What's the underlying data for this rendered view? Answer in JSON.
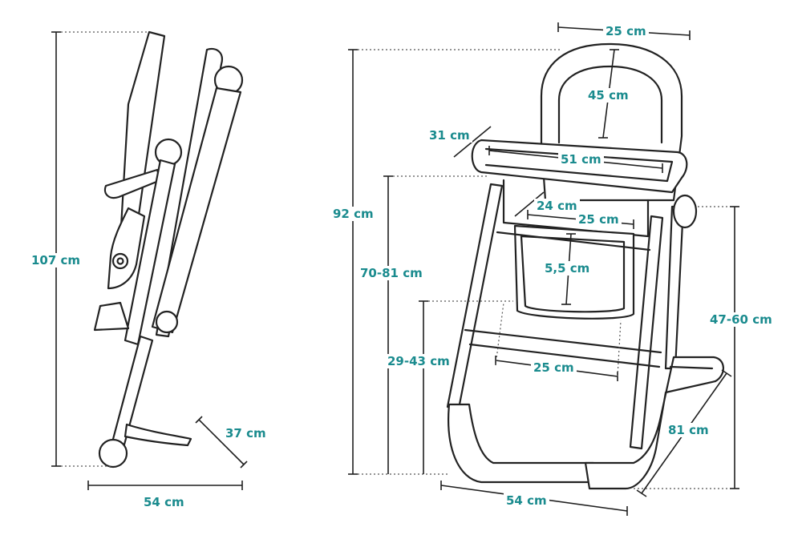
{
  "colors": {
    "label_teal": "#1a8b8e",
    "outline": "#222222"
  },
  "folded_view": {
    "height": "107 cm",
    "base_width": "54 cm",
    "foot_depth": "37 cm"
  },
  "open_view": {
    "backrest_width": "25 cm",
    "backrest_height": "45 cm",
    "tray_depth": "31 cm",
    "tray_width": "51 cm",
    "seat_depth": "24 cm",
    "seat_width": "25 cm",
    "footrest_depth": "5,5 cm",
    "total_height": "92 cm",
    "seat_height": "70-81 cm",
    "footrest_height": "29-43 cm",
    "base_inner_width": "25 cm",
    "armrest_height": "47-60 cm",
    "base_depth": "81 cm",
    "base_width": "54 cm"
  }
}
